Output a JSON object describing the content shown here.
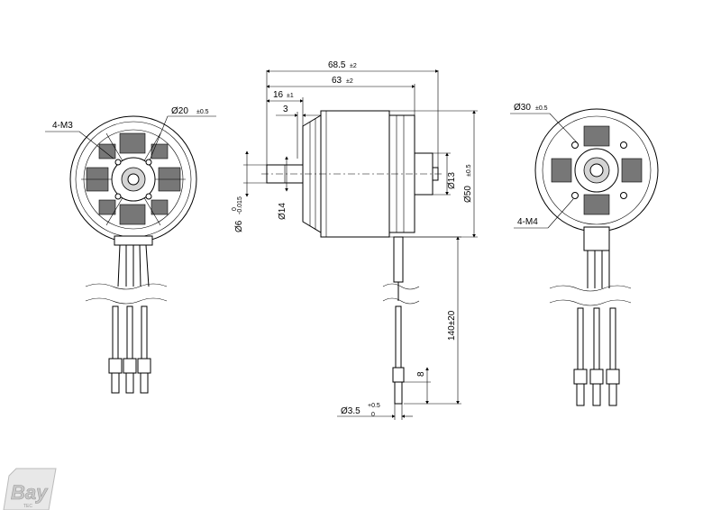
{
  "labels": {
    "front_thread": "4-M3",
    "front_circle": "Ø20",
    "front_circle_tol": "±0.5",
    "total_length": "68.5",
    "total_length_tol": "±2",
    "body_length": "63",
    "body_length_tol": "±2",
    "shaft_length": "16",
    "shaft_length_tol": "±1",
    "step": "3",
    "shaft_dia": "Ø6",
    "shaft_tol_upper": "0",
    "shaft_tol_lower": "-0.015",
    "collar_dia": "Ø14",
    "bearing_dia": "Ø13",
    "body_dia": "Ø50",
    "body_dia_tol": "±0.5",
    "lead_length": "140±20",
    "connector_length": "8",
    "connector_dia": "Ø3.5",
    "connector_tol_upper": "+0.5",
    "connector_tol_lower": "0",
    "rear_circle": "Ø30",
    "rear_circle_tol": "±0.5",
    "rear_thread": "4-M4"
  },
  "logo": {
    "text": "Bay",
    "subtext": "TEC"
  }
}
